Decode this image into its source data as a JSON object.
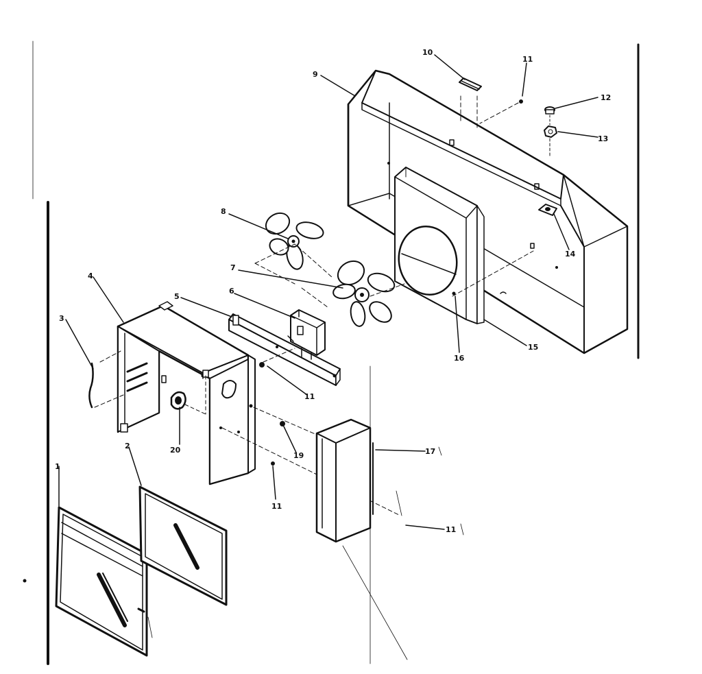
{
  "labels": {
    "l1": "1",
    "l2": "2",
    "l3": "3",
    "l4": "4",
    "l5": "5",
    "l6": "6",
    "l7": "7",
    "l8": "8",
    "l9": "9",
    "l10": "10",
    "l11a": "11",
    "l11b": "11",
    "l11c": "11",
    "l11d": "11",
    "l12": "12",
    "l13": "13",
    "l14": "14",
    "l15": "15",
    "l16": "16",
    "l17": "17",
    "l19": "19",
    "l20": "20"
  },
  "colors": {
    "ink": "#111111",
    "paper": "#ffffff"
  }
}
